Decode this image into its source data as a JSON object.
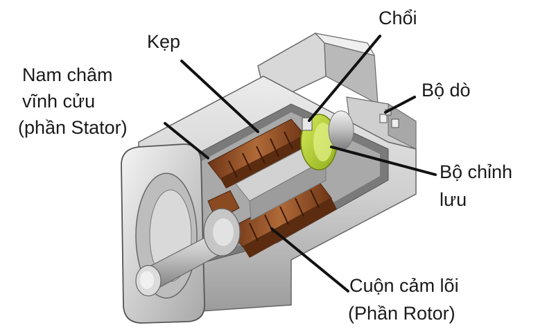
{
  "labels": {
    "clamp": "Kẹp",
    "brush": "Chổi",
    "magnet": [
      "Nam châm",
      "vĩnh cửu",
      "(phần Stator)"
    ],
    "detector": "Bộ dò",
    "rectifier": [
      "Bộ chỉnh",
      "lưu"
    ],
    "coil": [
      "Cuộn cảm lõi",
      "(Phần Rotor)"
    ]
  },
  "colors": {
    "housing": "#c9c9c9",
    "housing_dark": "#8e8e8e",
    "copper": "#8a4a22",
    "copper_light": "#c07a45",
    "commutator": "#b8d23a",
    "leader": "#111111"
  }
}
